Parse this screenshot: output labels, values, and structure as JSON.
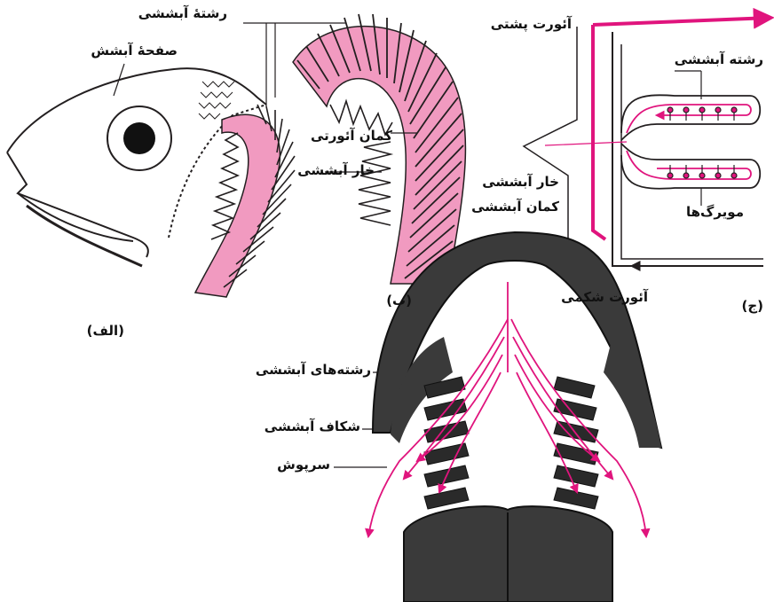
{
  "colors": {
    "accent": "#e0147d",
    "pink_fill": "#f19ac0",
    "dark": "#231f20",
    "gray_fill": "#3a3a3a"
  },
  "panels": {
    "a": "(الف)",
    "b": "(ب)",
    "c": "(ج)"
  },
  "labels": {
    "gill_filament": "رشتهٔ آبششی",
    "gill_plate": "صفحهٔ آبشش",
    "aortic_arch": "کمان آئورتی",
    "gill_raker": "خار آبششی",
    "dorsal_aorta": "آئورت پشتی",
    "gill_filament_c": "رشته آبششی",
    "gill_raker_c": "خار آبششی",
    "gill_arch_c": "کمان آبششی",
    "capillaries": "مویرگ‌ها",
    "ventral_aorta": "آئورت شکمی",
    "gill_filaments_bottom": "رشته‌های آبششی",
    "gill_slit": "شکاف آبششی",
    "operculum": "سرپوش"
  }
}
